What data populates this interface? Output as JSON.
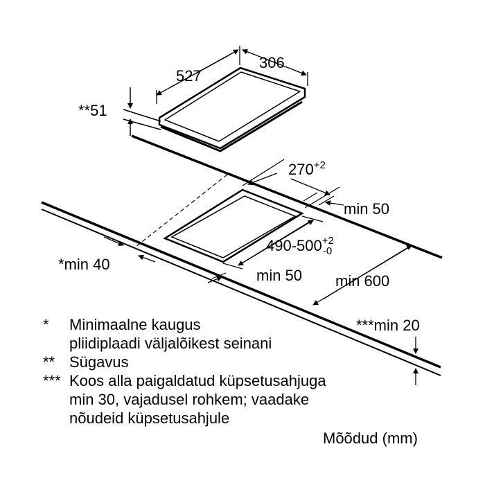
{
  "dimensions": {
    "width": "527",
    "depth": "306",
    "height": "**51",
    "cutout_depth": "270",
    "cutout_depth_tol": "+2",
    "back_gap": "min 50",
    "cutout_width": "490-500",
    "cutout_width_tol_plus": "+2",
    "cutout_width_tol_minus": "-0",
    "side_gap": "*min 40",
    "front_gap": "min 50",
    "depth_total": "min 600",
    "under_gap": "***min 20"
  },
  "notes": [
    {
      "marker": "*",
      "lines": [
        "Minimaalne kaugus",
        "pliidiplaadi väljalõikest seinani"
      ]
    },
    {
      "marker": "**",
      "lines": [
        "Sügavus"
      ]
    },
    {
      "marker": "***",
      "lines": [
        "Koos alla paigaldatud küpsetusahjuga",
        "min 30, vajadusel rohkem; vaadake",
        "nõudeid küpsetusahjule"
      ]
    }
  ],
  "units": "Mõõdud (mm)"
}
